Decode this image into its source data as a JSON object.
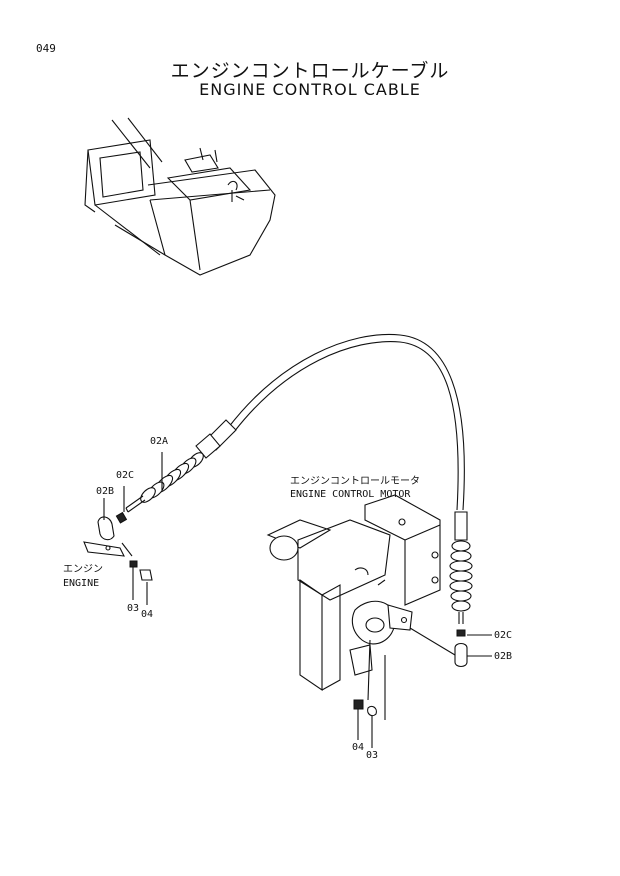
{
  "page_number": "049",
  "title_jp": "エンジンコントロールケーブル",
  "title_en": "ENGINE CONTROL CABLE",
  "labels": {
    "motor_jp": "エンジンコントロールモータ",
    "motor_en": "ENGINE CONTROL MOTOR",
    "engine_jp": "エンジン",
    "engine_en": "ENGINE",
    "p02A": "02A",
    "p02C_left": "02C",
    "p02B_left": "02B",
    "p03_left": "03",
    "p04_left": "04",
    "p02C_right": "02C",
    "p02B_right": "02B",
    "p04_bottom": "04",
    "p03_bottom": "03"
  }
}
